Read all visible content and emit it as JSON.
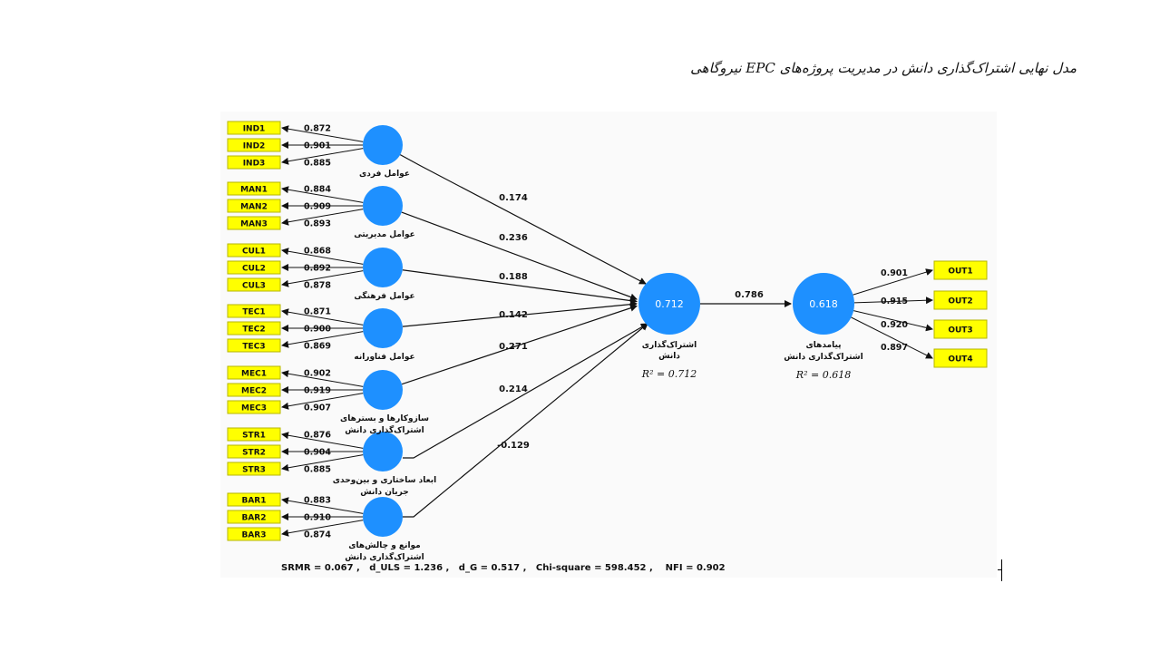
{
  "caption": "مدل نهایی اشتراک‌گذاری دانش در مدیریت پروژه‌های EPC نیروگاهی",
  "colors": {
    "construct_fill": "#1e90ff",
    "indicator_fill": "#ffff00",
    "indicator_border": "#b5b500",
    "arrow": "#111111"
  },
  "exogenous": [
    {
      "label": "عوامل فردی",
      "label2": "",
      "path": "0.174",
      "indicators": [
        {
          "name": "IND1",
          "loading": "0.872"
        },
        {
          "name": "IND2",
          "loading": "0.901"
        },
        {
          "name": "IND3",
          "loading": "0.885"
        }
      ]
    },
    {
      "label": "عوامل مدیریتی",
      "label2": "",
      "path": "0.236",
      "indicators": [
        {
          "name": "MAN1",
          "loading": "0.884"
        },
        {
          "name": "MAN2",
          "loading": "0.909"
        },
        {
          "name": "MAN3",
          "loading": "0.893"
        }
      ]
    },
    {
      "label": "عوامل فرهنگی",
      "label2": "",
      "path": "0.188",
      "indicators": [
        {
          "name": "CUL1",
          "loading": "0.868"
        },
        {
          "name": "CUL2",
          "loading": "0.892"
        },
        {
          "name": "CUL3",
          "loading": "0.878"
        }
      ]
    },
    {
      "label": "عوامل فناورانه",
      "label2": "",
      "path": "0.142",
      "indicators": [
        {
          "name": "TEC1",
          "loading": "0.871"
        },
        {
          "name": "TEC2",
          "loading": "0.900"
        },
        {
          "name": "TEC3",
          "loading": "0.869"
        }
      ]
    },
    {
      "label": "سازوکارها و بسترهای",
      "label2": "اشتراک‌گذاری دانش",
      "path": "0.271",
      "indicators": [
        {
          "name": "MEC1",
          "loading": "0.902"
        },
        {
          "name": "MEC2",
          "loading": "0.919"
        },
        {
          "name": "MEC3",
          "loading": "0.907"
        }
      ]
    },
    {
      "label": "ابعاد ساختاری و بین‌وحدی",
      "label2": "جریان دانش",
      "path": "0.214",
      "indicators": [
        {
          "name": "STR1",
          "loading": "0.876"
        },
        {
          "name": "STR2",
          "loading": "0.904"
        },
        {
          "name": "STR3",
          "loading": "0.885"
        }
      ]
    },
    {
      "label": "موانع و چالش‌های",
      "label2": "اشتراک‌گذاری دانش",
      "path": "-0.129",
      "indicators": [
        {
          "name": "BAR1",
          "loading": "0.883"
        },
        {
          "name": "BAR2",
          "loading": "0.910"
        },
        {
          "name": "BAR3",
          "loading": "0.874"
        }
      ]
    }
  ],
  "sharing": {
    "value": "0.712",
    "label": "اشتراک‌گذاری",
    "label2": "دانش",
    "r2": "R² = 0.712"
  },
  "link_sharing_outcomes": "0.786",
  "outcomes": {
    "value": "0.618",
    "label": "پیامدهای",
    "label2": "اشتراک‌گذاری دانش",
    "r2": "R² = 0.618",
    "indicators": [
      {
        "name": "OUT1",
        "loading": "0.901"
      },
      {
        "name": "OUT2",
        "loading": "0.915"
      },
      {
        "name": "OUT3",
        "loading": "0.920"
      },
      {
        "name": "OUT4",
        "loading": "0.897"
      }
    ]
  },
  "fit_indices": "SRMR = 0.067 ,   d_ULS = 1.236 ,   d_G = 0.517 ,   Chi-square = 598.452 ,    NFI = 0.902"
}
